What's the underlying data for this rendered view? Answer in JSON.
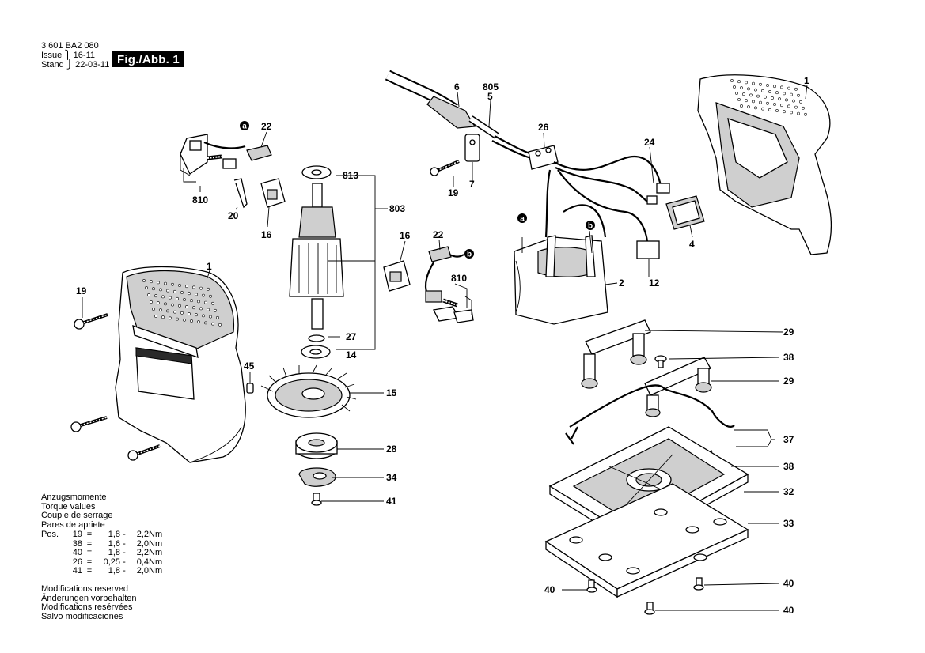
{
  "header": {
    "part_number": "3 601 BA2 080",
    "issue_label": "Issue",
    "issue_value": "16-11",
    "stand_label": "Stand",
    "stand_value": "22-03-11",
    "figure_label": "Fig./Abb. 1"
  },
  "torque": {
    "headings": [
      "Anzugsmomente",
      "Torque values",
      "Couple de serrage",
      "Pares de apriete"
    ],
    "pos_label": "Pos.",
    "rows": [
      {
        "pos": "19",
        "min": "1,8",
        "max": "2,2",
        "unit": "Nm"
      },
      {
        "pos": "38",
        "min": "1,6",
        "max": "2,0",
        "unit": "Nm"
      },
      {
        "pos": "40",
        "min": "1,8",
        "max": "2,2",
        "unit": "Nm"
      },
      {
        "pos": "26",
        "min": "0,25",
        "max": "0,4",
        "unit": "Nm"
      },
      {
        "pos": "41",
        "min": "1,8",
        "max": "2,0",
        "unit": "Nm"
      }
    ]
  },
  "modifications": [
    "Modifications reserved",
    "Änderungen vorbehalten",
    "Modifications resérvées",
    "Salvo modificaciones"
  ],
  "markers": {
    "a": "a",
    "b": "b"
  },
  "callouts": [
    {
      "id": "1"
    },
    {
      "id": "6"
    },
    {
      "id": "805"
    },
    {
      "id": "5"
    },
    {
      "id": "22"
    },
    {
      "id": "26"
    },
    {
      "id": "24"
    },
    {
      "id": "813"
    },
    {
      "id": "803"
    },
    {
      "id": "810"
    },
    {
      "id": "20"
    },
    {
      "id": "16"
    },
    {
      "id": "19"
    },
    {
      "id": "7"
    },
    {
      "id": "4"
    },
    {
      "id": "12"
    },
    {
      "id": "2"
    },
    {
      "id": "16"
    },
    {
      "id": "22"
    },
    {
      "id": "810"
    },
    {
      "id": "1"
    },
    {
      "id": "19"
    },
    {
      "id": "45"
    },
    {
      "id": "27"
    },
    {
      "id": "14"
    },
    {
      "id": "15"
    },
    {
      "id": "28"
    },
    {
      "id": "34"
    },
    {
      "id": "41"
    },
    {
      "id": "29"
    },
    {
      "id": "38"
    },
    {
      "id": "29"
    },
    {
      "id": "37"
    },
    {
      "id": "38"
    },
    {
      "id": "32"
    },
    {
      "id": "33"
    },
    {
      "id": "40"
    },
    {
      "id": "40"
    },
    {
      "id": "40"
    }
  ]
}
